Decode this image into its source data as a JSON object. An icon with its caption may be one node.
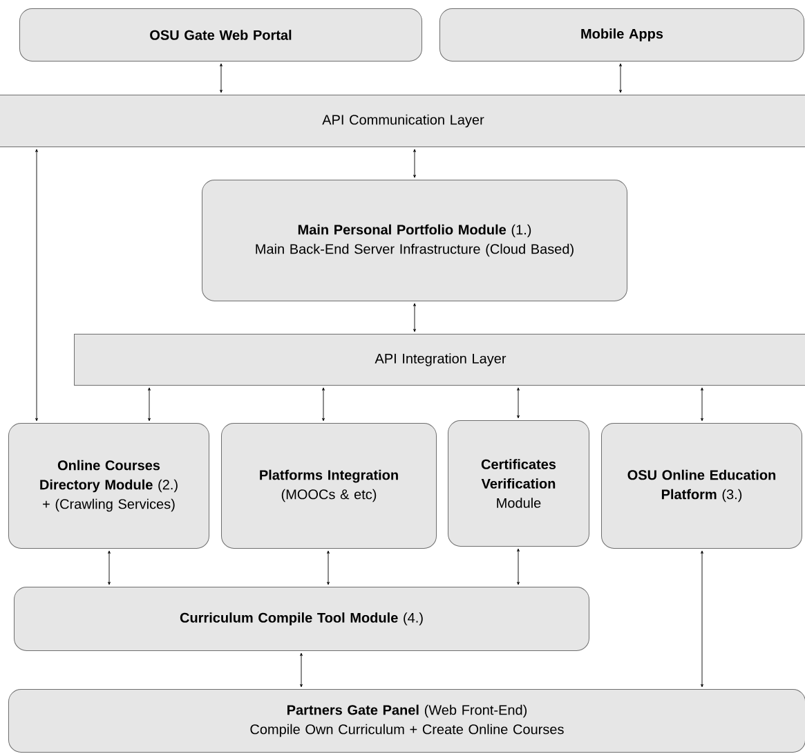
{
  "diagram": {
    "nodes": [
      {
        "text": [
          "OSU Gate Web Portal"
        ]
      },
      {
        "text": [
          "Mobile Apps"
        ]
      },
      {
        "text": [
          "API Communication Layer"
        ]
      },
      {
        "text": [
          "**Main Personal Portfolio Module** (1.)",
          "Main Back-End Server Infrastructure (Cloud Based)"
        ]
      },
      {
        "text": [
          "API Integration Layer"
        ]
      },
      {
        "text": [
          "**Online Courses Directory Module** (2.)",
          "+ (Crawling Services)"
        ]
      },
      {
        "text": [
          "Platforms Integration",
          "(MOOCs & etc)"
        ]
      },
      {
        "text": [
          "Certificates Verification",
          "Module"
        ]
      },
      {
        "text": [
          "**OSU Online Education Platform** (3.)"
        ]
      },
      {
        "text": [
          "**Curriculum Compile Tool Module** (4.)"
        ]
      },
      {
        "text": [
          "**Partners Gate Panel** (Web Front-End)",
          "Compile Own Curriculum + Create Online Courses"
        ]
      }
    ],
    "edges": [
      {
        "from": 0,
        "to": 2,
        "arrow": "both"
      },
      {
        "from": 1,
        "to": 2,
        "arrow": "both"
      },
      {
        "from": 2,
        "to": 3,
        "arrow": "both"
      },
      {
        "from": 2,
        "to": 5,
        "arrow": "both"
      },
      {
        "from": 3,
        "to": 4,
        "arrow": "both"
      },
      {
        "from": 4,
        "to": 5,
        "arrow": "both"
      },
      {
        "from": 4,
        "to": 6,
        "arrow": "both"
      },
      {
        "from": 4,
        "to": 7,
        "arrow": "both"
      },
      {
        "from": 4,
        "to": 8,
        "arrow": "both"
      },
      {
        "from": 5,
        "to": 9,
        "arrow": "both"
      },
      {
        "from": 6,
        "to": 9,
        "arrow": "both"
      },
      {
        "from": 7,
        "to": 9,
        "arrow": "both"
      },
      {
        "from": 9,
        "to": 10,
        "arrow": "both"
      },
      {
        "from": 8,
        "to": 10,
        "arrow": "both"
      }
    ]
  }
}
